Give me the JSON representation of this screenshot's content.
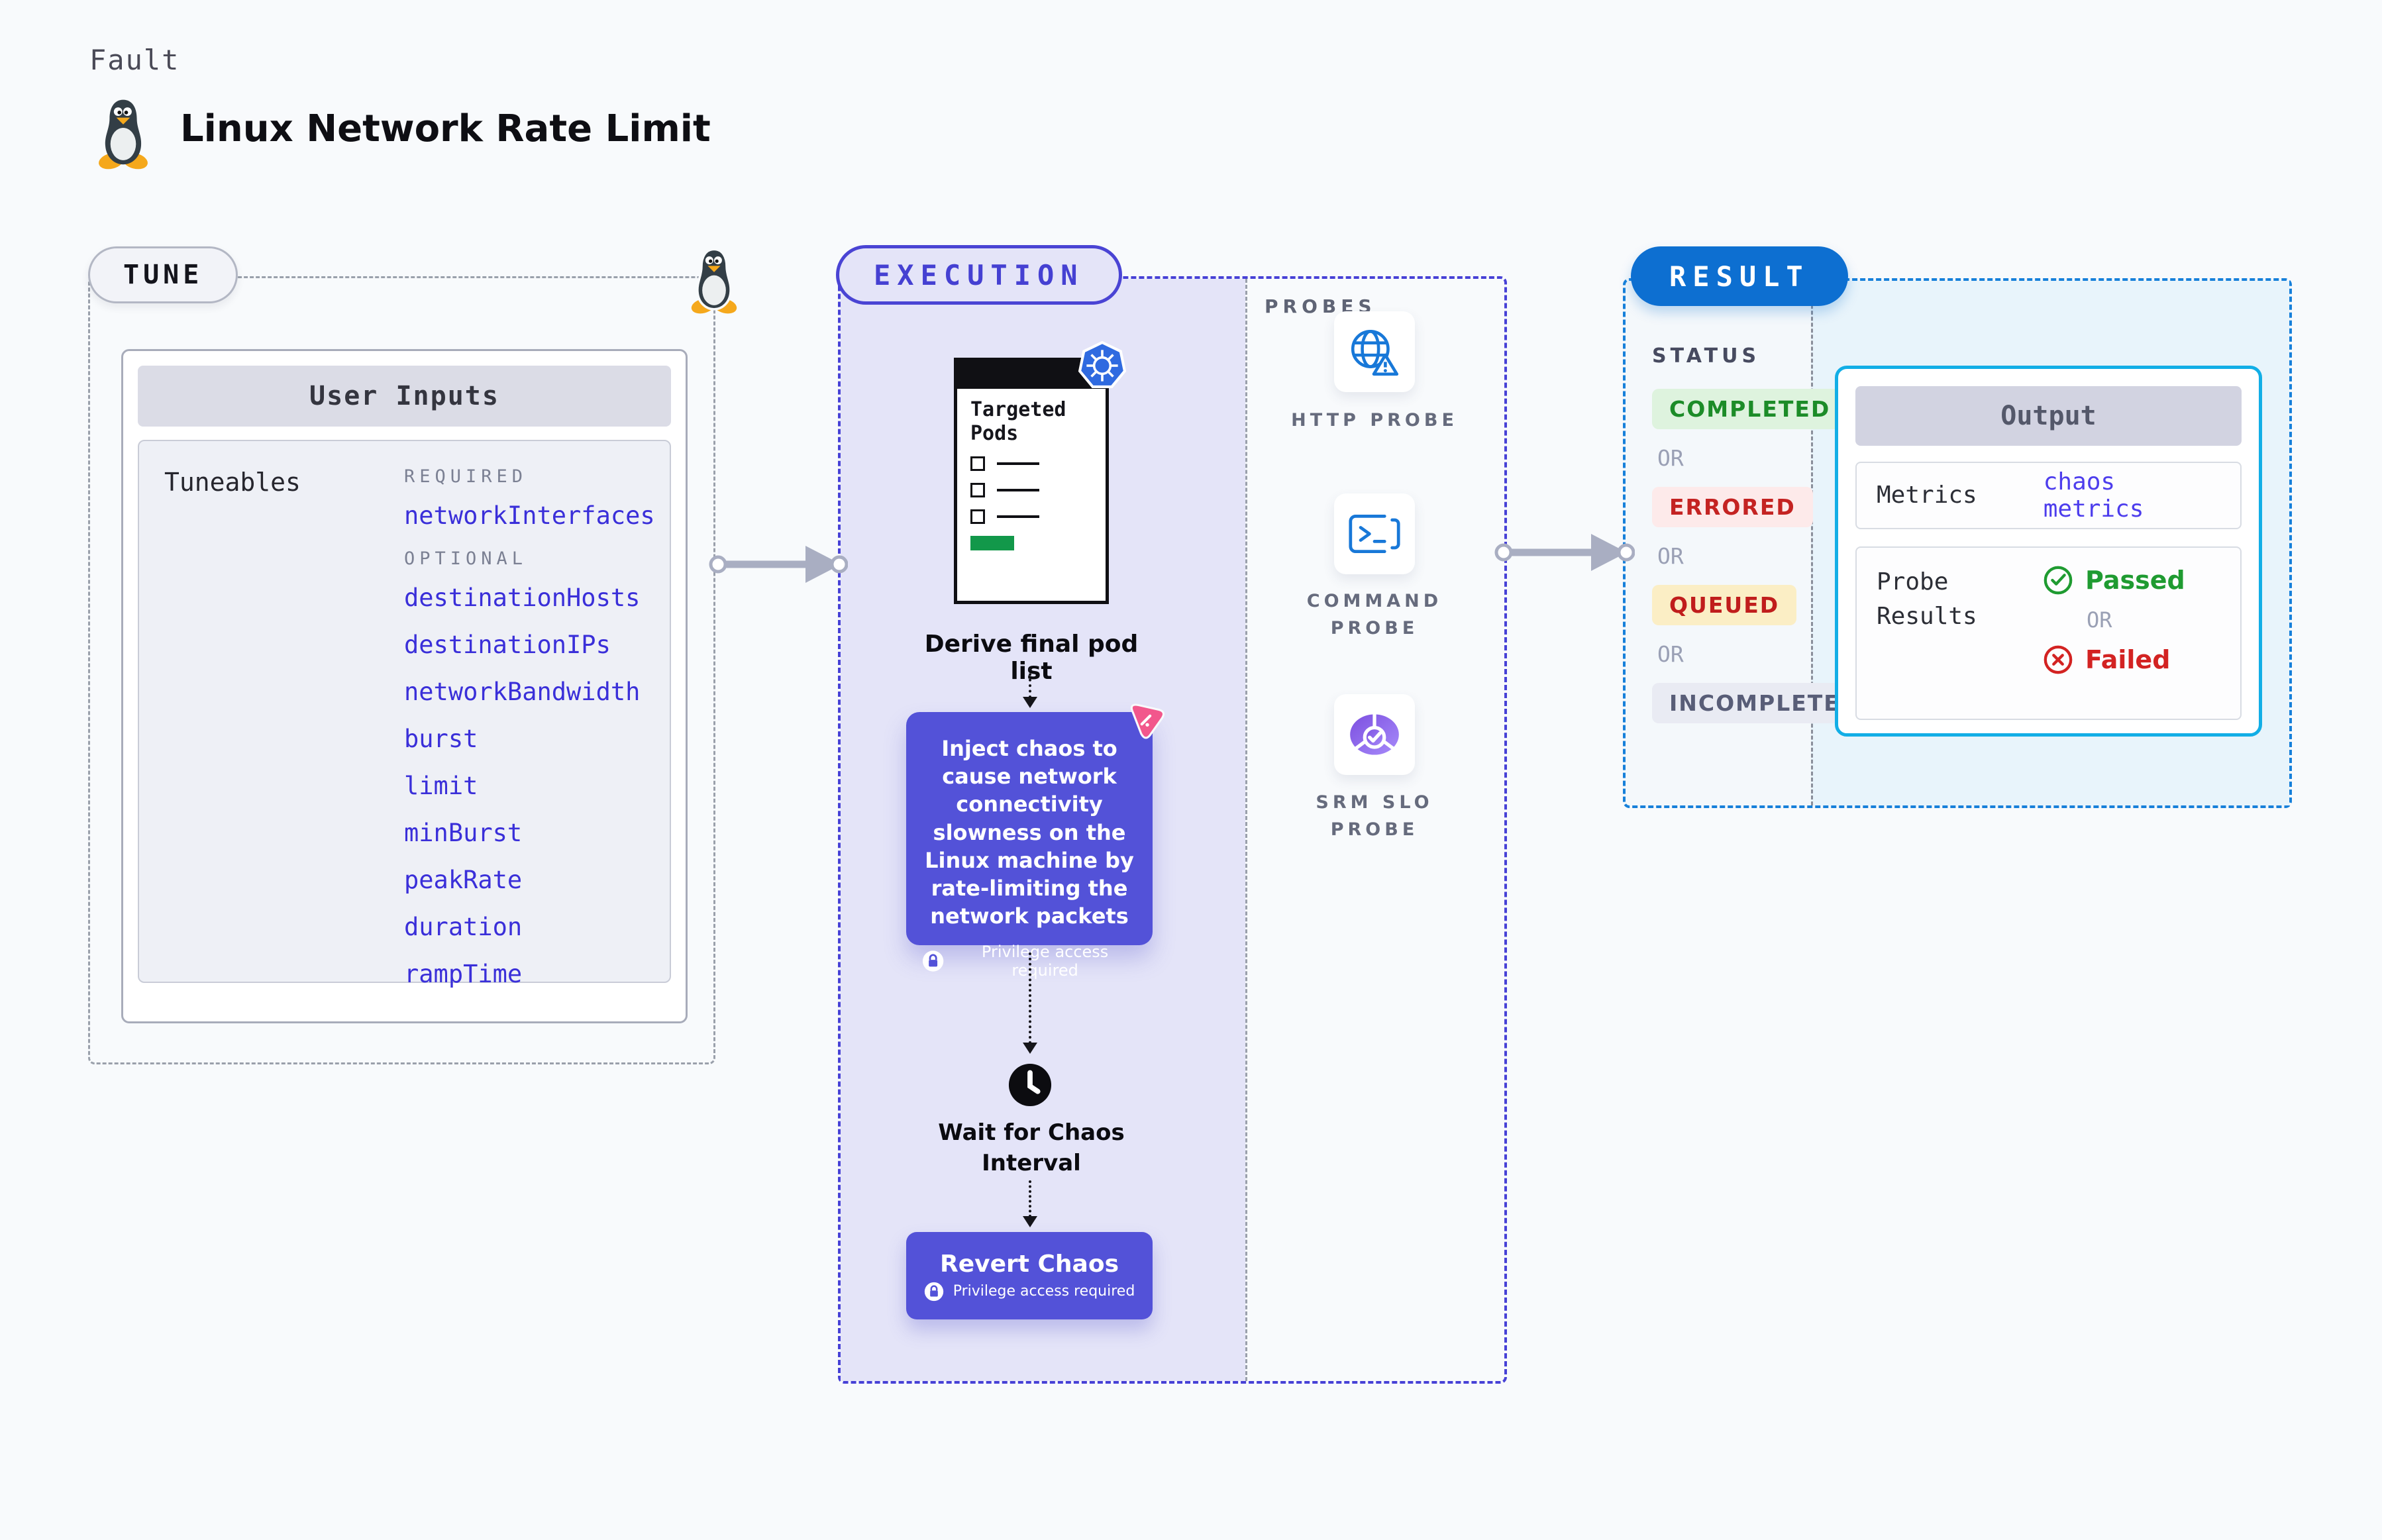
{
  "page": {
    "kicker": "Fault",
    "title": "Linux Network Rate Limit"
  },
  "tune": {
    "badge": "TUNE",
    "panel_title": "User Inputs",
    "group_label": "Tuneables",
    "required_label": "REQUIRED",
    "optional_label": "OPTIONAL",
    "required_params": [
      "networkInterfaces"
    ],
    "optional_params": [
      "destinationHosts",
      "destinationIPs",
      "networkBandwidth",
      "burst",
      "limit",
      "minBurst",
      "peakRate",
      "duration",
      "rampTime"
    ]
  },
  "execution": {
    "badge": "EXECUTION",
    "pods_card_title": "Targeted Pods",
    "derive_label": "Derive final pod list",
    "inject_text": "Inject chaos to cause network connectivity slowness on the Linux machine by rate-limiting the network packets",
    "privilege_label": "Privilege access required",
    "wait_label": "Wait for Chaos Interval",
    "revert_label": "Revert Chaos"
  },
  "probes": {
    "section_label": "PROBES",
    "items": [
      {
        "label": "HTTP PROBE",
        "icon": "globe-alert-icon"
      },
      {
        "label": "COMMAND PROBE",
        "icon": "terminal-icon"
      },
      {
        "label": "SRM SLO PROBE",
        "icon": "slo-gauge-icon"
      }
    ]
  },
  "result": {
    "badge": "RESULT",
    "status_label": "STATUS",
    "or_label": "OR",
    "statuses": [
      {
        "label": "COMPLETED",
        "type": "success"
      },
      {
        "label": "ERRORED",
        "type": "error"
      },
      {
        "label": "QUEUED",
        "type": "queued"
      },
      {
        "label": "INCOMPLETED",
        "type": "neutral"
      }
    ],
    "output": {
      "title": "Output",
      "metrics_label": "Metrics",
      "metrics_value": "chaos metrics",
      "probe_results_label": "Probe Results",
      "passed_label": "Passed",
      "or_label": "OR",
      "failed_label": "Failed"
    }
  },
  "colors": {
    "accent_indigo": "#4a44d4",
    "chaos_purple": "#5352d8",
    "result_blue": "#0d6fd1",
    "output_border_cyan": "#12aee6",
    "success_green": "#1c8c28",
    "error_red": "#c42322",
    "probe_icon_blue": "#1878d8",
    "tux_yellow": "#f5a81c",
    "k8s_blue": "#2f6ae0",
    "chaos_pink": "#f2578c"
  }
}
